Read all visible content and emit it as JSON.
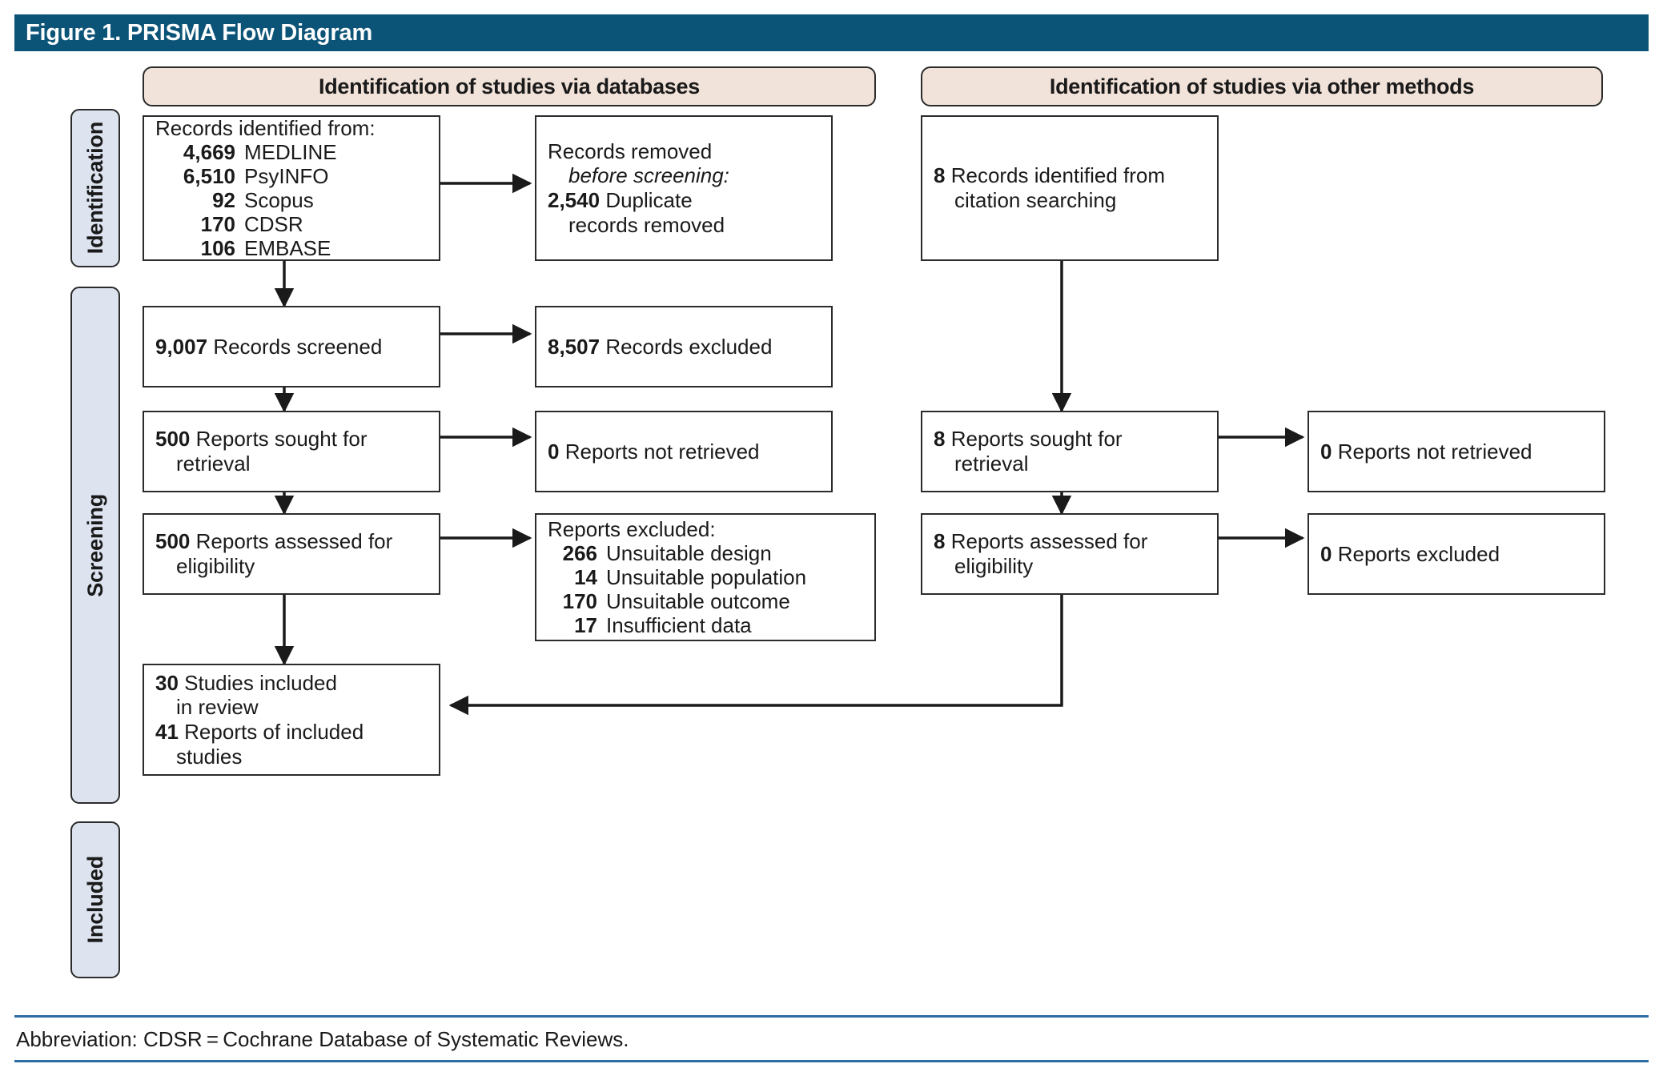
{
  "figure": {
    "title": "Figure 1. PRISMA Flow Diagram",
    "title_bar_color": "#0b5377",
    "banner_color": "#f2e3da",
    "stage_color": "#dde4f0",
    "rule_color": "#2e6ca4"
  },
  "stages": [
    {
      "label": "Identification"
    },
    {
      "label": "Screening"
    },
    {
      "label": "Included"
    }
  ],
  "columns": [
    {
      "banner": "Identification of studies via databases"
    },
    {
      "banner": "Identification of studies via other methods"
    }
  ],
  "boxes": {
    "records_identified": {
      "heading": "Records identified from:",
      "rows": [
        {
          "num": "4,669",
          "label": "MEDLINE"
        },
        {
          "num": "6,510",
          "label": "PsyINFO"
        },
        {
          "num": "92",
          "label": "Scopus"
        },
        {
          "num": "170",
          "label": "CDSR"
        },
        {
          "num": "106",
          "label": "EMBASE"
        }
      ]
    },
    "records_removed": {
      "heading": "Records removed",
      "heading_italic": "before screening:",
      "num": "2,540",
      "label": "Duplicate",
      "label_cont": "records removed"
    },
    "records_screened": {
      "num": "9,007",
      "label": "Records screened"
    },
    "records_excluded": {
      "num": "8,507",
      "label": "Records excluded"
    },
    "reports_sought": {
      "num": "500",
      "label": "Reports sought for",
      "label_cont": "retrieval"
    },
    "reports_not_retrieved": {
      "num": "0",
      "label": "Reports not retrieved"
    },
    "reports_assessed": {
      "num": "500",
      "label": "Reports assessed for",
      "label_cont": "eligibility"
    },
    "reports_excluded": {
      "heading": "Reports excluded:",
      "rows": [
        {
          "num": "266",
          "label": "Unsuitable design"
        },
        {
          "num": "14",
          "label": "Unsuitable population"
        },
        {
          "num": "170",
          "label": "Unsuitable outcome"
        },
        {
          "num": "17",
          "label": "Insufficient data"
        }
      ]
    },
    "studies_included": {
      "num1": "30",
      "label1": "Studies included",
      "label1_cont": "in review",
      "num2": "41",
      "label2": "Reports of included",
      "label2_cont": "studies"
    },
    "other_identified": {
      "num": "8",
      "label": "Records identified from",
      "label_cont": "citation searching"
    },
    "other_sought": {
      "num": "8",
      "label": "Reports sought for",
      "label_cont": "retrieval"
    },
    "other_not_retrieved": {
      "num": "0",
      "label": "Reports not retrieved"
    },
    "other_assessed": {
      "num": "8",
      "label": "Reports assessed for",
      "label_cont": "eligibility"
    },
    "other_excluded": {
      "num": "0",
      "label": "Reports excluded"
    }
  },
  "footer": {
    "text": "Abbreviation: CDSR = Cochrane Database of Systematic Reviews."
  }
}
